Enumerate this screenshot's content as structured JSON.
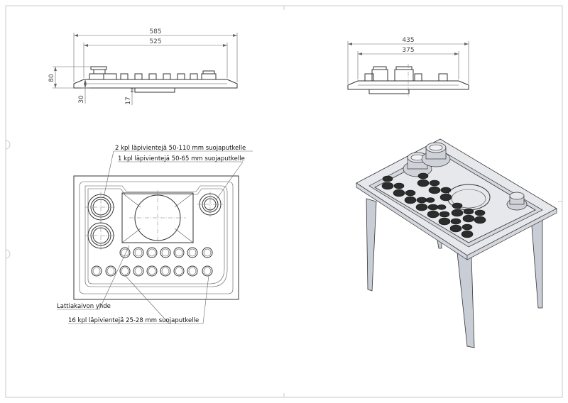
{
  "dimensions": {
    "front_outer": "585",
    "front_inner": "525",
    "front_height": "80",
    "front_base": "30",
    "front_drop": "17",
    "side_outer": "435",
    "side_inner": "375"
  },
  "callouts": {
    "large_penetrations": "2 kpl läpivientejä 50-110 mm suojaputkelle",
    "medium_penetration": "1 kpl läpivientejä 50-65 mm suojaputkelle",
    "floor_drain": "Lattiakaivon yhde",
    "small_penetrations": "16 kpl läpivientejä 25-28 mm suojaputkelle"
  }
}
